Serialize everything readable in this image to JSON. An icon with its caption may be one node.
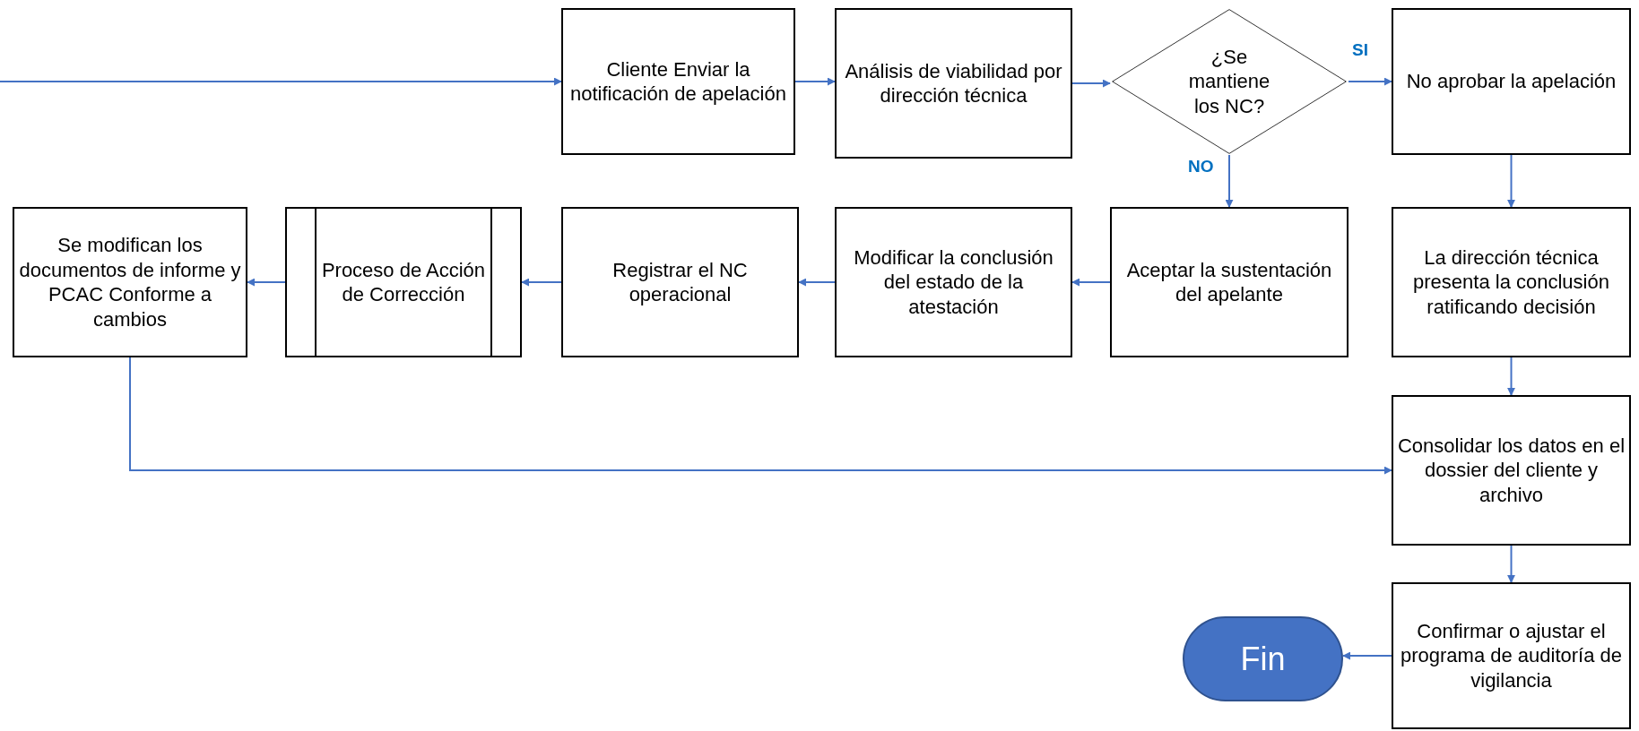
{
  "diagram": {
    "nodes": [
      {
        "text": [
          "Cliente Enviar la notificación de apelación"
        ]
      },
      {
        "text": [
          "Análisis de viabilidad por dirección técnica"
        ]
      },
      {
        "text": [
          "¿Se mantiene los NC?"
        ]
      },
      {
        "text": [
          "No aprobar la apelación"
        ]
      },
      {
        "text": [
          "Se modifican los documentos de informe y PCAC Conforme a cambios"
        ]
      },
      {
        "text": [
          "Proceso de Acción de Corrección"
        ]
      },
      {
        "text": [
          "Registrar el NC operacional"
        ]
      },
      {
        "text": [
          "Modificar la conclusión del estado de la atestación"
        ]
      },
      {
        "text": [
          "Aceptar la sustentación del apelante"
        ]
      },
      {
        "text": [
          "La dirección técnica presenta la conclusión ratificando decisión"
        ]
      },
      {
        "text": [
          "Consolidar los datos en el dossier del cliente y archivo"
        ]
      },
      {
        "text": [
          "Confirmar o ajustar el programa de auditoría de vigilancia"
        ]
      },
      {
        "text": [
          "Fin"
        ]
      }
    ],
    "edges": [
      {
        "from": null,
        "to": 0,
        "arrow": "to"
      },
      {
        "from": 0,
        "to": 1,
        "arrow": "to"
      },
      {
        "from": 1,
        "to": 2,
        "arrow": "to"
      },
      {
        "from": 2,
        "to": 3,
        "arrow": "to",
        "label": "SI"
      },
      {
        "from": 2,
        "to": 8,
        "arrow": "to",
        "label": "NO"
      },
      {
        "from": 3,
        "to": 9,
        "arrow": "to"
      },
      {
        "from": 8,
        "to": 7,
        "arrow": "to"
      },
      {
        "from": 7,
        "to": 6,
        "arrow": "to"
      },
      {
        "from": 6,
        "to": 5,
        "arrow": "to"
      },
      {
        "from": 5,
        "to": 4,
        "arrow": "to"
      },
      {
        "from": 4,
        "to": 10,
        "arrow": "to"
      },
      {
        "from": 9,
        "to": 10,
        "arrow": "to"
      },
      {
        "from": 10,
        "to": 11,
        "arrow": "to"
      },
      {
        "from": 11,
        "to": 12,
        "arrow": "to"
      }
    ]
  }
}
